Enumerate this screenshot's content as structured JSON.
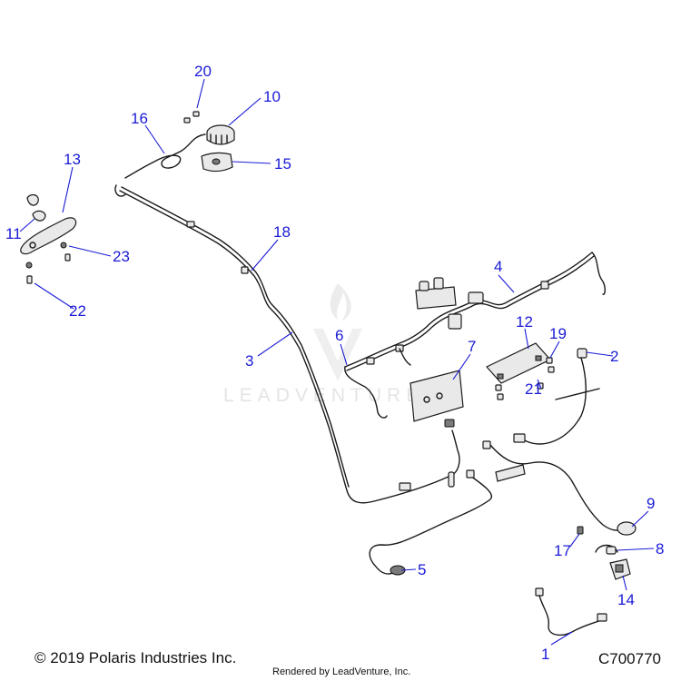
{
  "diagram": {
    "callouts": [
      {
        "id": "c1",
        "number": "1"
      },
      {
        "id": "c2",
        "number": "2"
      },
      {
        "id": "c3",
        "number": "3"
      },
      {
        "id": "c4",
        "number": "4"
      },
      {
        "id": "c5",
        "number": "5"
      },
      {
        "id": "c6",
        "number": "6"
      },
      {
        "id": "c7",
        "number": "7"
      },
      {
        "id": "c8",
        "number": "8"
      },
      {
        "id": "c9",
        "number": "9"
      },
      {
        "id": "c10",
        "number": "10"
      },
      {
        "id": "c11",
        "number": "11"
      },
      {
        "id": "c12",
        "number": "12"
      },
      {
        "id": "c13",
        "number": "13"
      },
      {
        "id": "c14",
        "number": "14"
      },
      {
        "id": "c15",
        "number": "15"
      },
      {
        "id": "c16",
        "number": "16"
      },
      {
        "id": "c17",
        "number": "17"
      },
      {
        "id": "c18",
        "number": "18"
      },
      {
        "id": "c19",
        "number": "19"
      },
      {
        "id": "c20",
        "number": "20"
      },
      {
        "id": "c21",
        "number": "21"
      },
      {
        "id": "c22",
        "number": "22"
      },
      {
        "id": "c23",
        "number": "23"
      }
    ],
    "watermark": "LEADVENTURE",
    "copyright": "© 2019 Polaris Industries Inc.",
    "rendered_by": "Rendered by LeadVenture, Inc.",
    "figure_id": "C700770"
  },
  "colors": {
    "callout": "#1a1ad6",
    "line_art": "#1a1a1a",
    "watermark": "#e4e4e4"
  }
}
